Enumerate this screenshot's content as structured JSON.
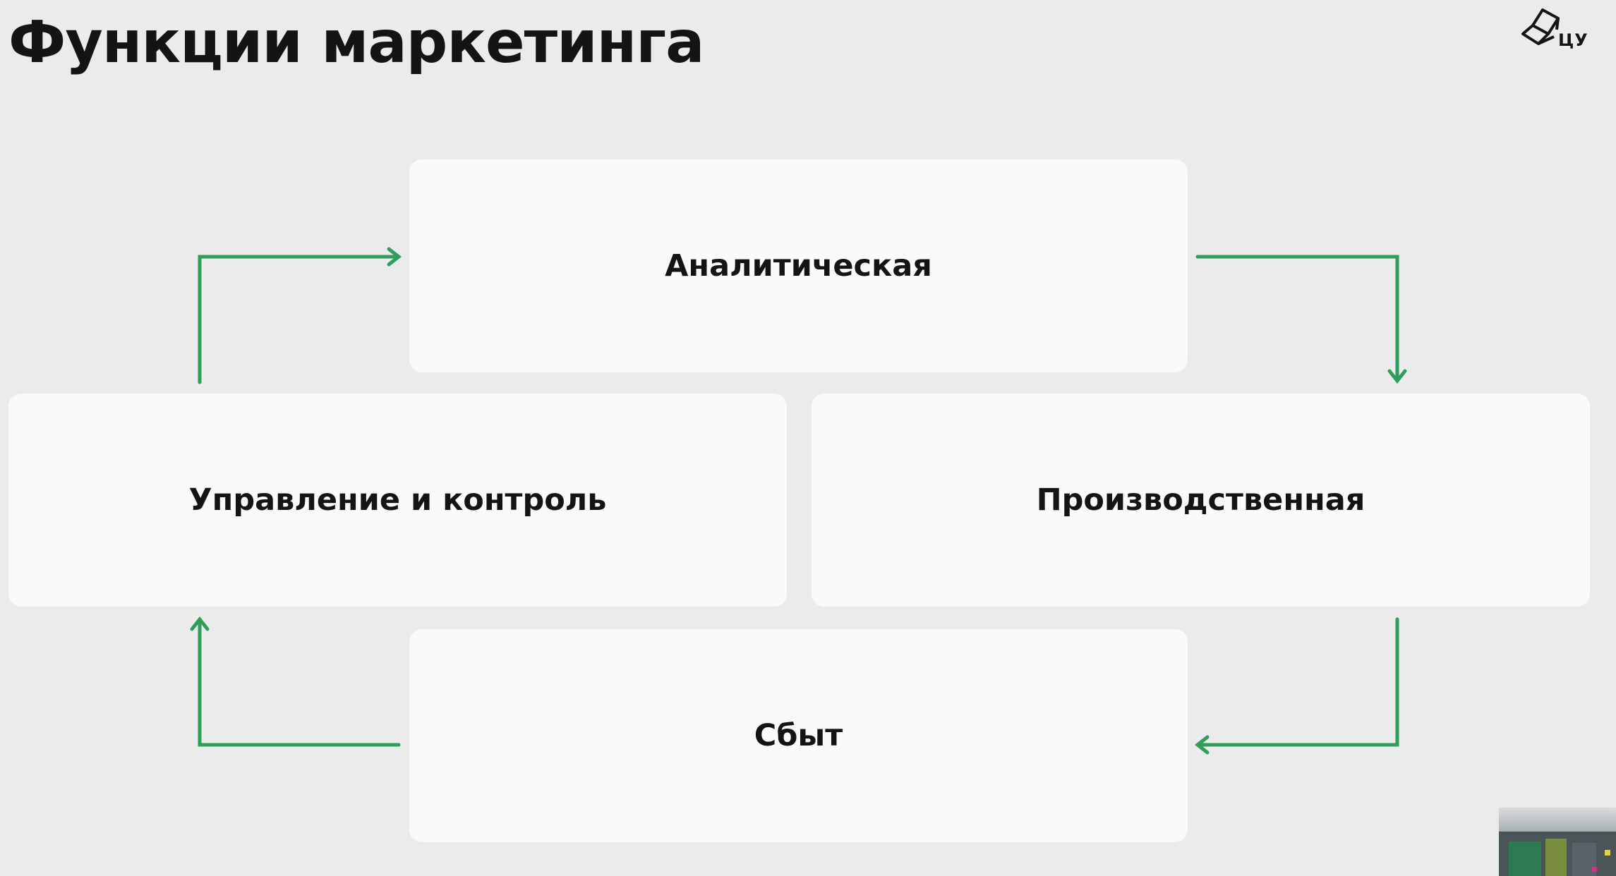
{
  "slide": {
    "title": "Функции маркетинга",
    "logo": {
      "icon": "cube-outline-icon",
      "text": "ЦУ"
    }
  },
  "diagram": {
    "nodes": {
      "analytic": "Аналитическая",
      "product": "Производственная",
      "sales": "Сбыт",
      "control": "Управление и контроль"
    },
    "cycle_order": [
      "analytic",
      "product",
      "sales",
      "control"
    ],
    "arrow_color": "#2f9e5a",
    "box_color": "#fafafa",
    "background_color": "#ebebeb"
  },
  "video_thumbnail": {
    "icon": "camera-feed-thumbnail"
  }
}
